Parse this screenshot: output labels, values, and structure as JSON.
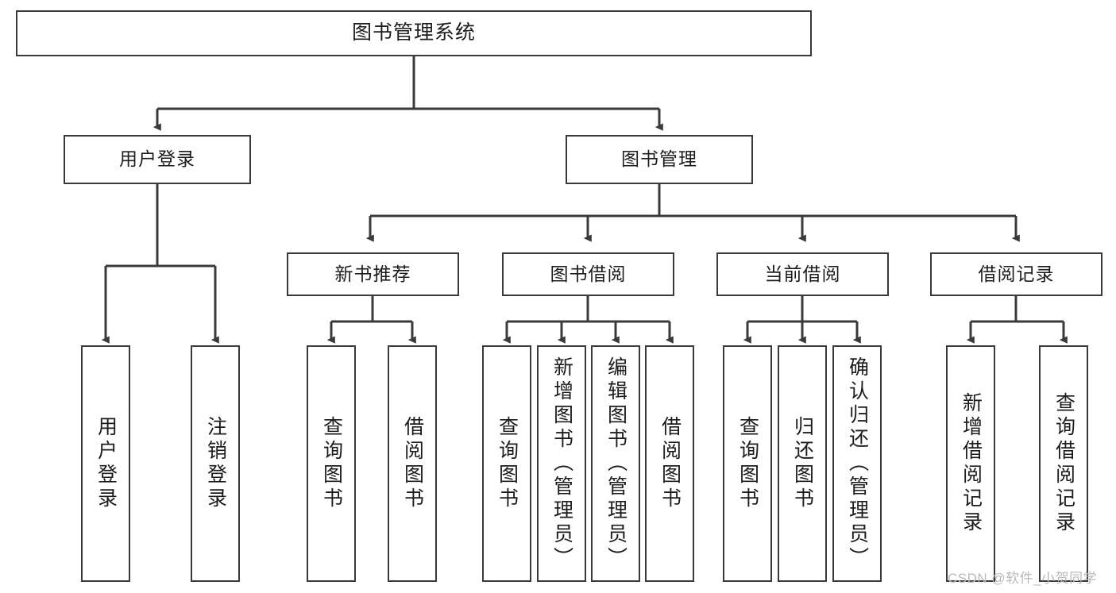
{
  "diagram": {
    "type": "tree-hierarchy",
    "title": "图书管理系统",
    "watermark": "CSDN @软件_小贺同学",
    "colors": {
      "stroke": "#3a3a3a",
      "fill": "#ffffff",
      "text": "#1c1c1c",
      "watermark": "#b9b9b9"
    },
    "nodes": {
      "root": {
        "label": "图书管理系统"
      },
      "level2": [
        {
          "id": "user-login",
          "label": "用户登录"
        },
        {
          "id": "book-manage",
          "label": "图书管理"
        }
      ],
      "level3": [
        {
          "id": "new-book-recommend",
          "label": "新书推荐"
        },
        {
          "id": "book-borrow",
          "label": "图书借阅"
        },
        {
          "id": "current-borrow",
          "label": "当前借阅"
        },
        {
          "id": "borrow-record",
          "label": "借阅记录"
        }
      ],
      "leaves": {
        "user-login": [
          {
            "id": "leaf-user-login",
            "label": "用户登录"
          },
          {
            "id": "leaf-logout",
            "label": "注销登录"
          }
        ],
        "new-book-recommend": [
          {
            "id": "leaf-query-book-1",
            "label": "查询图书"
          },
          {
            "id": "leaf-borrow-book-1",
            "label": "借阅图书"
          }
        ],
        "book-borrow": [
          {
            "id": "leaf-query-book-2",
            "label": "查询图书"
          },
          {
            "id": "leaf-add-book",
            "label": "新增图书（管理员）"
          },
          {
            "id": "leaf-edit-book",
            "label": "编辑图书（管理员）"
          },
          {
            "id": "leaf-borrow-book-2",
            "label": "借阅图书"
          }
        ],
        "current-borrow": [
          {
            "id": "leaf-query-book-3",
            "label": "查询图书"
          },
          {
            "id": "leaf-return-book",
            "label": "归还图书"
          },
          {
            "id": "leaf-confirm-return",
            "label": "确认归还（管理员）"
          }
        ],
        "borrow-record": [
          {
            "id": "leaf-add-record",
            "label": "新增借阅记录"
          },
          {
            "id": "leaf-query-record",
            "label": "查询借阅记录"
          }
        ]
      }
    }
  }
}
